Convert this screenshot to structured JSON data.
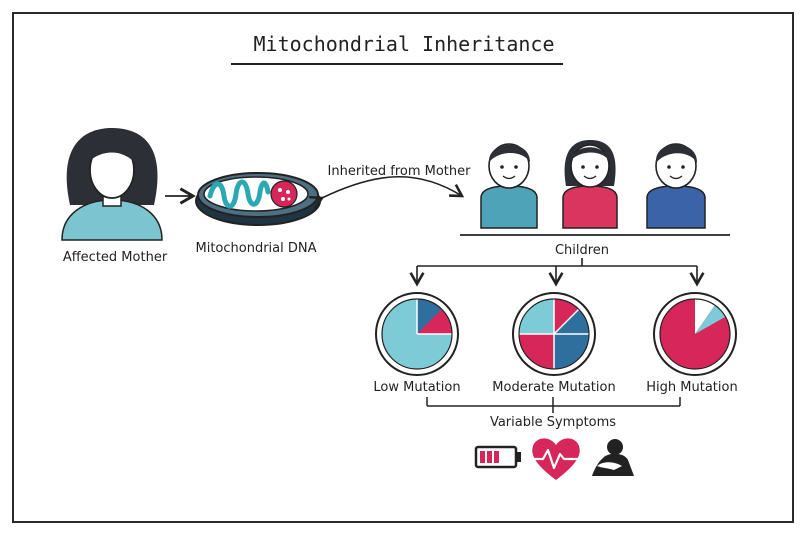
{
  "title": "Mitochondrial Inheritance",
  "labels": {
    "mother": "Affected Mother",
    "mtdna": "Mitochondrial DNA",
    "inherited": "Inherited from Mother",
    "children": "Children",
    "symptoms": "Variable Symptoms"
  },
  "mutation_levels": [
    {
      "label": "Low Mutation"
    },
    {
      "label": "Moderate Mutation"
    },
    {
      "label": "High Mutation"
    }
  ],
  "symptom_icons": [
    "low-battery-icon",
    "heart-rate-icon",
    "distressed-person-icon"
  ],
  "colors": {
    "teal": "#7ccbd6",
    "blue": "#2e6f9e",
    "crimson": "#d6265a",
    "pink": "#d92c59",
    "shirt_teal": "#4fa3b8",
    "shirt_pink": "#d9355f",
    "shirt_blue": "#3a63a8",
    "outline": "#222222"
  }
}
